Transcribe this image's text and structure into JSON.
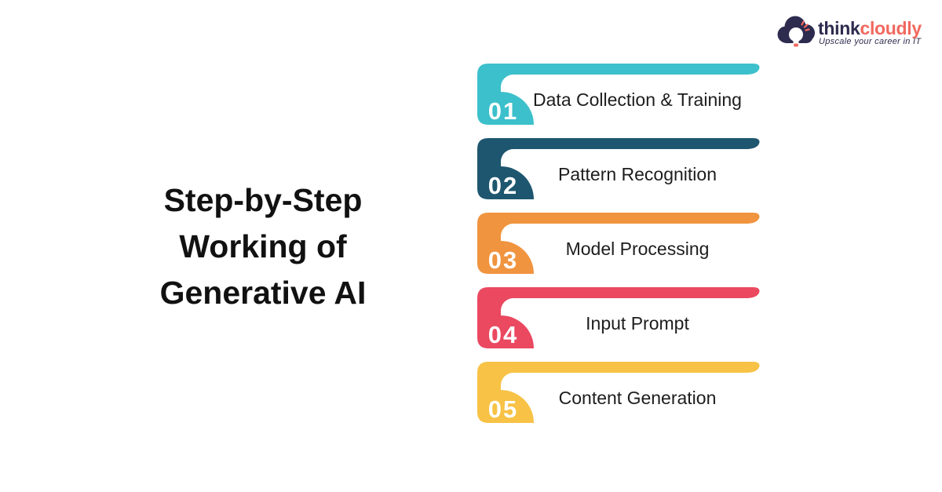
{
  "title": {
    "lines": [
      "Step-by-Step",
      "Working of",
      "Generative AI"
    ]
  },
  "steps": [
    {
      "number": "01",
      "label": "Data Collection & Training",
      "color": "#3CC0CB"
    },
    {
      "number": "02",
      "label": "Pattern Recognition",
      "color": "#1E566F"
    },
    {
      "number": "03",
      "label": "Model Processing",
      "color": "#F0943F"
    },
    {
      "number": "04",
      "label": "Input Prompt",
      "color": "#EA4960"
    },
    {
      "number": "05",
      "label": "Content Generation",
      "color": "#F7C245"
    }
  ],
  "logo": {
    "brand_prefix": "think",
    "brand_suffix": "cloudly",
    "tagline": "Upscale your career in IT",
    "navy": "#2D2B4E",
    "coral": "#F1685E"
  }
}
